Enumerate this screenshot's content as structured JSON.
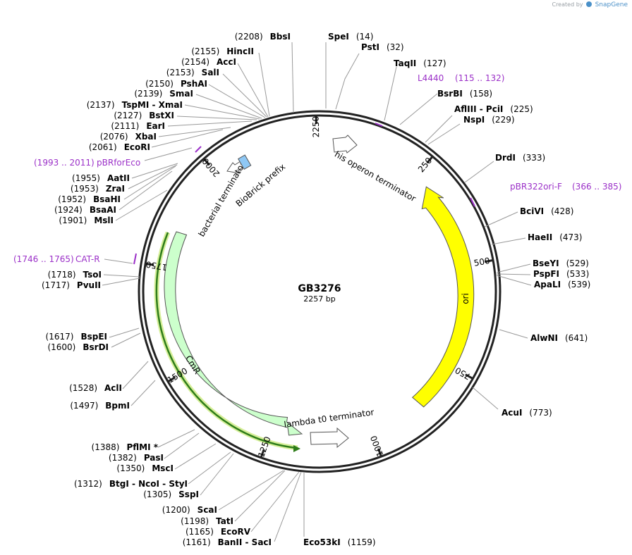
{
  "app": {
    "credit_prefix": "Created by",
    "brand": "SnapGene"
  },
  "plasmid": {
    "name": "GB3276",
    "size_label": "2257 bp",
    "length": 2257
  },
  "ticks": [
    "250",
    "500",
    "750",
    "1000",
    "1250",
    "1500",
    "1750",
    "2000",
    "2250"
  ],
  "features": [
    {
      "label": "ori"
    },
    {
      "label": "CmR"
    },
    {
      "label": "his operon terminator"
    },
    {
      "label": "lambda t0 terminator"
    },
    {
      "label": "bacterial terminator"
    },
    {
      "label": "BioBrick prefix"
    }
  ],
  "primers": [
    {
      "name": "L4440",
      "range": "(115 .. 132)"
    },
    {
      "name": "pBR322ori-F",
      "range": "(366 .. 385)"
    },
    {
      "name": "pBRforEco",
      "range": "(1993 .. 2011)"
    },
    {
      "name": "CAT-R",
      "range": "(1746 .. 1765)"
    }
  ],
  "sites_right": [
    {
      "names": "SpeI",
      "pos": "(14)"
    },
    {
      "names": "PstI",
      "pos": "(32)"
    },
    {
      "names": "TaqII",
      "pos": "(127)"
    },
    {
      "names": "BsrBI",
      "pos": "(158)"
    },
    {
      "names": "AflIII  - PciI",
      "pos": "(225)"
    },
    {
      "names": "NspI",
      "pos": "(229)"
    },
    {
      "names": "DrdI",
      "pos": "(333)"
    },
    {
      "names": "BciVI",
      "pos": "(428)"
    },
    {
      "names": "HaeII",
      "pos": "(473)"
    },
    {
      "names": "BseYI",
      "pos": "(529)"
    },
    {
      "names": "PspFI",
      "pos": "(533)"
    },
    {
      "names": "ApaLI",
      "pos": "(539)"
    },
    {
      "names": "AlwNI",
      "pos": "(641)"
    },
    {
      "names": "AcuI",
      "pos": "(773)"
    },
    {
      "names": "Eco53kI",
      "pos": "(1159)"
    }
  ],
  "sites_left": [
    {
      "pos": "(2208)",
      "names": "BbsI"
    },
    {
      "pos": "(2155)",
      "names": "HincII"
    },
    {
      "pos": "(2154)",
      "names": "AccI"
    },
    {
      "pos": "(2153)",
      "names": "SalI"
    },
    {
      "pos": "(2150)",
      "names": "PshAI"
    },
    {
      "pos": "(2139)",
      "names": "SmaI"
    },
    {
      "pos": "(2137)",
      "names": "TspMI  - XmaI"
    },
    {
      "pos": "(2127)",
      "names": "BstXI"
    },
    {
      "pos": "(2111)",
      "names": "EarI"
    },
    {
      "pos": "(2076)",
      "names": "XbaI"
    },
    {
      "pos": "(2061)",
      "names": "EcoRI"
    },
    {
      "pos": "(1955)",
      "names": "AatII"
    },
    {
      "pos": "(1953)",
      "names": "ZraI"
    },
    {
      "pos": "(1952)",
      "names": "BsaHI"
    },
    {
      "pos": "(1924)",
      "names": "BsaAI"
    },
    {
      "pos": "(1901)",
      "names": "MslI"
    },
    {
      "pos": "(1718)",
      "names": "TsoI"
    },
    {
      "pos": "(1717)",
      "names": "PvuII"
    },
    {
      "pos": "(1617)",
      "names": "BspEI"
    },
    {
      "pos": "(1600)",
      "names": "BsrDI"
    },
    {
      "pos": "(1528)",
      "names": "AclI"
    },
    {
      "pos": "(1497)",
      "names": "BpmI"
    },
    {
      "pos": "(1388)",
      "names": "PflMI *"
    },
    {
      "pos": "(1382)",
      "names": "PasI"
    },
    {
      "pos": "(1350)",
      "names": "MscI"
    },
    {
      "pos": "(1312)",
      "names": "BtgI  - NcoI  - StyI"
    },
    {
      "pos": "(1305)",
      "names": "SspI"
    },
    {
      "pos": "(1200)",
      "names": "ScaI"
    },
    {
      "pos": "(1198)",
      "names": "TatI"
    },
    {
      "pos": "(1165)",
      "names": "EcoRV"
    },
    {
      "pos": "(1161)",
      "names": "BanII  - SacI"
    }
  ],
  "colors": {
    "backbone": "#222222",
    "ori": "#ffff00",
    "cmr": "#ccffcc",
    "cmr_arrow": "#2e7d1a",
    "cmr_glow": "#d7ef9a",
    "terminator": "#ffffff",
    "biobrick": "#8fc8f5",
    "primer": "#9b30c8",
    "text": "#000000"
  }
}
